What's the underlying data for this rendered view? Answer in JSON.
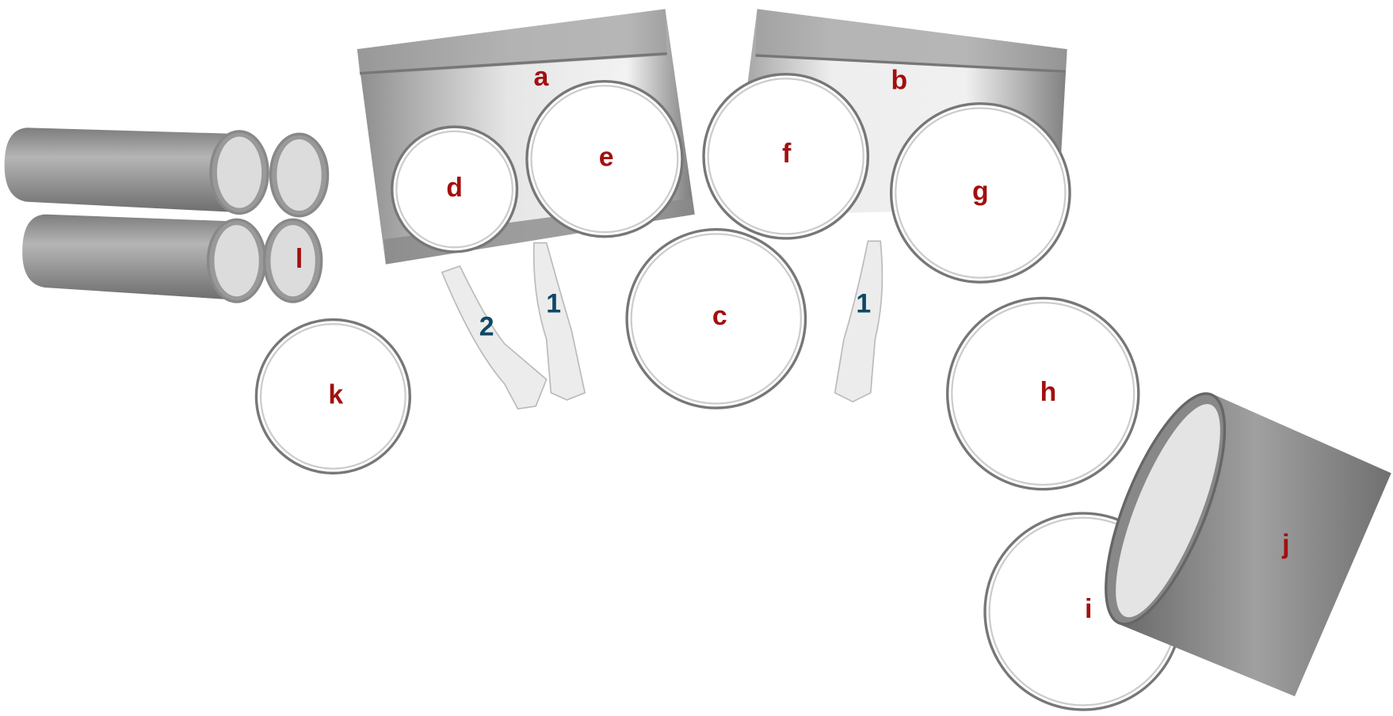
{
  "colors": {
    "drum_label": "#a30f0f",
    "pedal_label": "#0e4866",
    "shell": "#9a9a9a"
  },
  "drums": {
    "a": "a",
    "b": "b",
    "c": "c",
    "d": "d",
    "e": "e",
    "f": "f",
    "g": "g",
    "h": "h",
    "i": "i",
    "j": "j",
    "k": "k",
    "l": "l"
  },
  "pedals": {
    "left_secondary": "2",
    "left_primary": "1",
    "right_primary": "1"
  }
}
